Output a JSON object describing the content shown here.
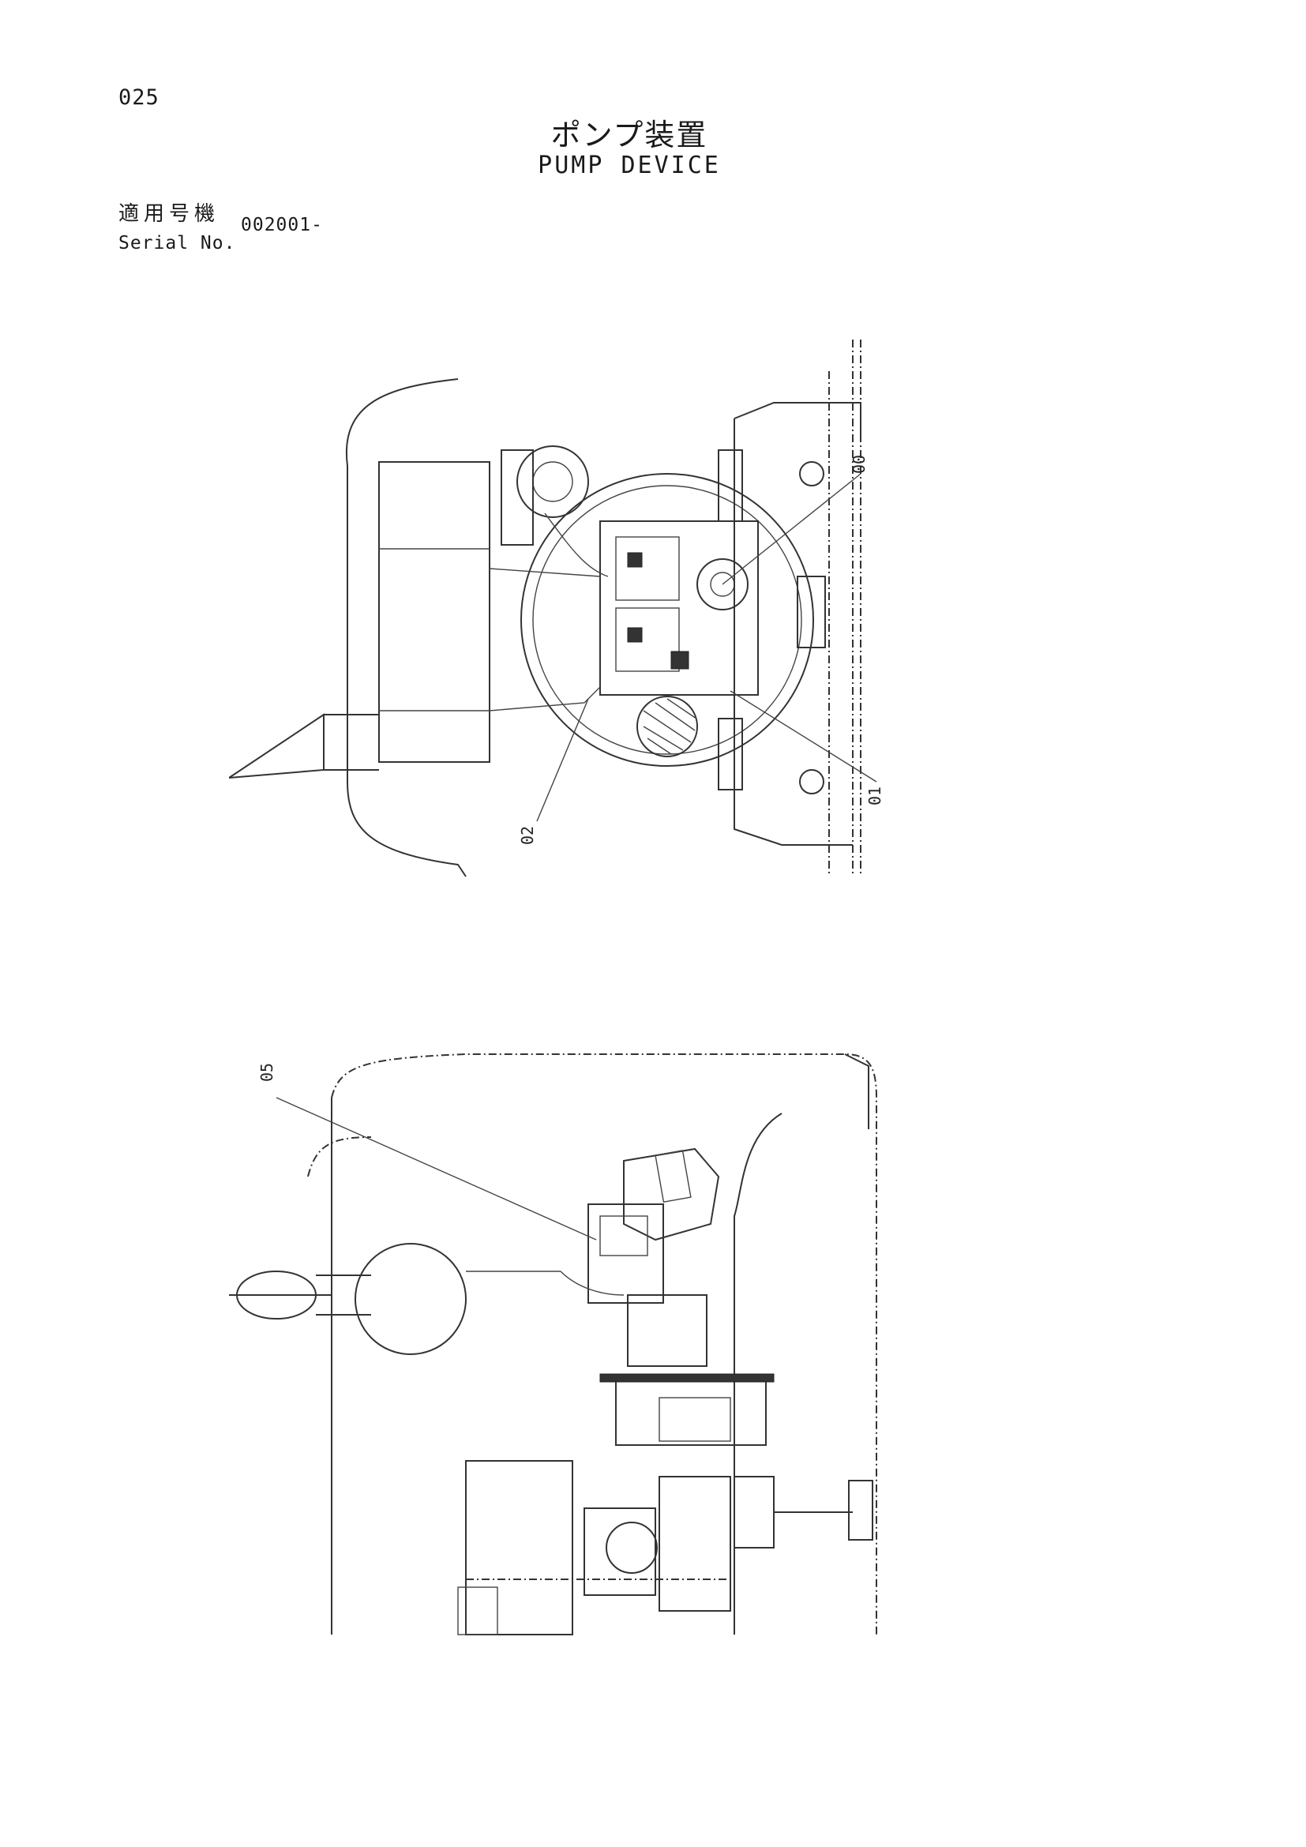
{
  "header": {
    "page_number": "025",
    "title_jp": "ポンプ装置",
    "title_en": "PUMP DEVICE"
  },
  "serial": {
    "label_jp": "適用号機",
    "label_en": "Serial No.",
    "value": "002001-"
  },
  "drawings": {
    "top_view": {
      "callouts": [
        "00",
        "01",
        "02"
      ]
    },
    "side_view": {
      "callouts": [
        "05"
      ]
    }
  },
  "colors": {
    "ink": "#333333",
    "paper": "#ffffff"
  }
}
